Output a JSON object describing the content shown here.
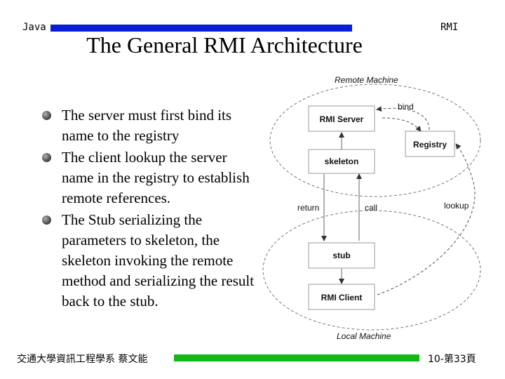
{
  "header": {
    "left": "Java",
    "right": "RMI",
    "bar_color": "#0a1ed8"
  },
  "title": "The General RMI Architecture",
  "bullets": [
    "The server must first bind its name to the registry",
    "The client lookup the server name in the registry to establish remote references.",
    "The Stub serializing the parameters to skeleton, the skeleton invoking the remote method and serializing the result back to the stub."
  ],
  "diagram": {
    "remote_machine": "Remote Machine",
    "local_machine": "Local Machine",
    "boxes": {
      "rmi_server": "RMI Server",
      "skeleton": "skeleton",
      "registry": "Registry",
      "stub": "stub",
      "rmi_client": "RMI Client"
    },
    "labels": {
      "bind": "bind",
      "return": "return",
      "call": "call",
      "lookup": "lookup"
    }
  },
  "footer": {
    "left": "交通大學資訊工程學系 蔡文能",
    "right": "10-第33頁",
    "bar_color": "#14b814"
  }
}
